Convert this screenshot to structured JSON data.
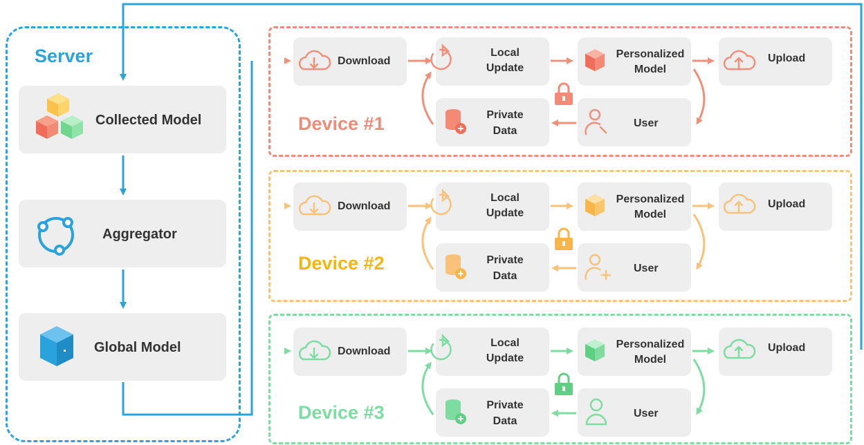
{
  "server": {
    "title": "Server",
    "collected_label": "Collected Model",
    "aggregator_label": "Aggregator",
    "global_label": "Global Model",
    "color": "#29a3d9"
  },
  "devices": [
    {
      "title": "Device #1",
      "color": "#f0907a",
      "title_color": "#ee8c77",
      "download": "Download",
      "local1": "Local",
      "local2": "Update",
      "pers1": "Personalized",
      "pers2": "Model",
      "upload": "Upload",
      "priv1": "Private",
      "priv2": "Data",
      "user": "User"
    },
    {
      "title": "Device #2",
      "color": "#f9c27a",
      "title_color": "#f5b50f",
      "download": "Download",
      "local1": "Local",
      "local2": "Update",
      "pers1": "Personalized",
      "pers2": "Model",
      "upload": "Upload",
      "priv1": "Private",
      "priv2": "Data",
      "user": "User"
    },
    {
      "title": "Device #3",
      "color": "#7ddca0",
      "title_color": "#7ddca0",
      "download": "Download",
      "local1": "Local",
      "local2": "Update",
      "pers1": "Personalized",
      "pers2": "Model",
      "upload": "Upload",
      "priv1": "Private",
      "priv2": "Data",
      "user": "User"
    }
  ]
}
